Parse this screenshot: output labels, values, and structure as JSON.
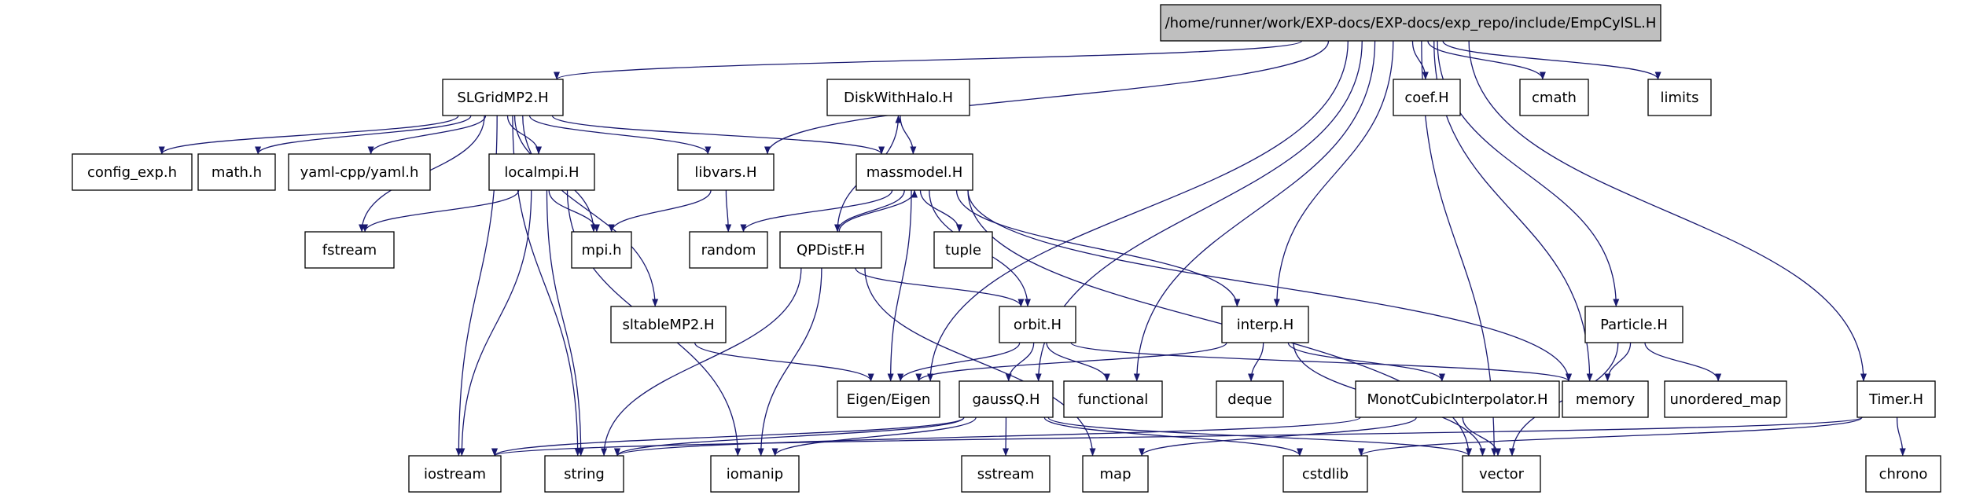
{
  "diagram": {
    "colors": {
      "root_fill": "#bfbfbf",
      "node_fill": "#ffffff",
      "border": "#000000",
      "edge": "#191970"
    },
    "nodes": [
      {
        "id": "root",
        "label": "/home/runner/work/EXP-docs/EXP-docs/exp_repo/include/EmpCylSL.H",
        "root": true
      },
      {
        "id": "slgrid",
        "label": "SLGridMP2.H"
      },
      {
        "id": "diskhalo",
        "label": "DiskWithHalo.H"
      },
      {
        "id": "coef",
        "label": "coef.H"
      },
      {
        "id": "cmath",
        "label": "cmath"
      },
      {
        "id": "limits",
        "label": "limits"
      },
      {
        "id": "config",
        "label": "config_exp.h"
      },
      {
        "id": "mathh",
        "label": "math.h"
      },
      {
        "id": "yaml",
        "label": "yaml-cpp/yaml.h"
      },
      {
        "id": "localmpi",
        "label": "localmpi.H"
      },
      {
        "id": "libvars",
        "label": "libvars.H"
      },
      {
        "id": "massmodel",
        "label": "massmodel.H"
      },
      {
        "id": "fstream",
        "label": "fstream"
      },
      {
        "id": "mpih",
        "label": "mpi.h"
      },
      {
        "id": "random",
        "label": "random"
      },
      {
        "id": "qpdist",
        "label": "QPDistF.H"
      },
      {
        "id": "tuple",
        "label": "tuple"
      },
      {
        "id": "sltable",
        "label": "sltableMP2.H"
      },
      {
        "id": "orbit",
        "label": "orbit.H"
      },
      {
        "id": "interp",
        "label": "interp.H"
      },
      {
        "id": "particle",
        "label": "Particle.H"
      },
      {
        "id": "eigen",
        "label": "Eigen/Eigen"
      },
      {
        "id": "gaussq",
        "label": "gaussQ.H"
      },
      {
        "id": "functional",
        "label": "functional"
      },
      {
        "id": "deque",
        "label": "deque"
      },
      {
        "id": "monot",
        "label": "MonotCubicInterpolator.H"
      },
      {
        "id": "memory",
        "label": "memory"
      },
      {
        "id": "unordered",
        "label": "unordered_map"
      },
      {
        "id": "timer",
        "label": "Timer.H"
      },
      {
        "id": "iostream",
        "label": "iostream"
      },
      {
        "id": "string",
        "label": "string"
      },
      {
        "id": "iomanip",
        "label": "iomanip"
      },
      {
        "id": "sstream",
        "label": "sstream"
      },
      {
        "id": "map",
        "label": "map"
      },
      {
        "id": "cstdlib",
        "label": "cstdlib"
      },
      {
        "id": "vector",
        "label": "vector"
      },
      {
        "id": "chrono",
        "label": "chrono"
      }
    ],
    "edges": [
      [
        "root",
        "slgrid"
      ],
      [
        "root",
        "libvars"
      ],
      [
        "root",
        "eigen"
      ],
      [
        "root",
        "gaussq"
      ],
      [
        "root",
        "functional"
      ],
      [
        "root",
        "interp"
      ],
      [
        "root",
        "coef"
      ],
      [
        "root",
        "cmath"
      ],
      [
        "root",
        "memory"
      ],
      [
        "root",
        "limits"
      ],
      [
        "root",
        "particle"
      ],
      [
        "root",
        "timer"
      ],
      [
        "root",
        "vector"
      ],
      [
        "slgrid",
        "config"
      ],
      [
        "slgrid",
        "mathh"
      ],
      [
        "slgrid",
        "yaml"
      ],
      [
        "slgrid",
        "localmpi"
      ],
      [
        "slgrid",
        "libvars"
      ],
      [
        "slgrid",
        "massmodel"
      ],
      [
        "slgrid",
        "fstream"
      ],
      [
        "slgrid",
        "mpih"
      ],
      [
        "slgrid",
        "sltable"
      ],
      [
        "slgrid",
        "iostream"
      ],
      [
        "slgrid",
        "string"
      ],
      [
        "diskhalo",
        "massmodel"
      ],
      [
        "localmpi",
        "fstream"
      ],
      [
        "localmpi",
        "mpih"
      ],
      [
        "localmpi",
        "iostream"
      ],
      [
        "localmpi",
        "string"
      ],
      [
        "localmpi",
        "iomanip"
      ],
      [
        "libvars",
        "mpih"
      ],
      [
        "libvars",
        "random"
      ],
      [
        "massmodel",
        "random"
      ],
      [
        "massmodel",
        "qpdist"
      ],
      [
        "massmodel",
        "tuple"
      ],
      [
        "massmodel",
        "orbit"
      ],
      [
        "massmodel",
        "interp"
      ],
      [
        "massmodel",
        "memory"
      ],
      [
        "massmodel",
        "eigen"
      ],
      [
        "massmodel",
        "vector"
      ],
      [
        "qpdist",
        "diskhalo"
      ],
      [
        "qpdist",
        "massmodel"
      ],
      [
        "qpdist",
        "orbit"
      ],
      [
        "qpdist",
        "string"
      ],
      [
        "qpdist",
        "iomanip"
      ],
      [
        "qpdist",
        "map"
      ],
      [
        "sltable",
        "eigen"
      ],
      [
        "orbit",
        "eigen"
      ],
      [
        "orbit",
        "gaussq"
      ],
      [
        "orbit",
        "functional"
      ],
      [
        "orbit",
        "memory"
      ],
      [
        "interp",
        "eigen"
      ],
      [
        "interp",
        "deque"
      ],
      [
        "interp",
        "monot"
      ],
      [
        "interp",
        "vector"
      ],
      [
        "particle",
        "memory"
      ],
      [
        "particle",
        "unordered"
      ],
      [
        "particle",
        "vector"
      ],
      [
        "gaussq",
        "iostream"
      ],
      [
        "gaussq",
        "string"
      ],
      [
        "gaussq",
        "iomanip"
      ],
      [
        "gaussq",
        "sstream"
      ],
      [
        "gaussq",
        "cstdlib"
      ],
      [
        "gaussq",
        "vector"
      ],
      [
        "monot",
        "string"
      ],
      [
        "monot",
        "map"
      ],
      [
        "monot",
        "vector"
      ],
      [
        "timer",
        "chrono"
      ],
      [
        "timer",
        "iostream"
      ],
      [
        "timer",
        "cstdlib"
      ]
    ]
  }
}
